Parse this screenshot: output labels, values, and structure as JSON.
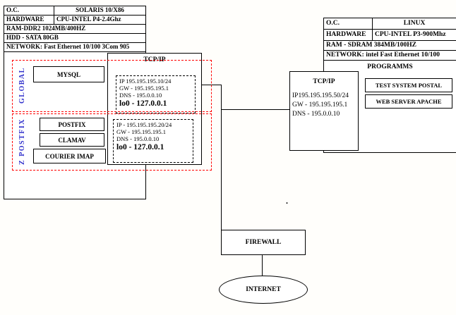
{
  "solaris_server": {
    "table": {
      "os_label": "O.C.",
      "os_value": "SOLARIS 10/X86",
      "hardware_label": "HARDWARE",
      "hardware_value": "CPU-INTEL P4-2.4Ghz",
      "ram": "RAM-DDR2 1024MB/400HZ",
      "hdd": "HDD - SATA 80GB",
      "network": "NETWORK: Fast Ethernet 10/100 3Com 905"
    },
    "zones": {
      "global": {
        "label": "GLOBAL",
        "services": [
          "MYSQL"
        ]
      },
      "postfix": {
        "label": "Z POSTFIX",
        "services": [
          "POSTFIX",
          "CLAMAV",
          "COURIER IMAP"
        ]
      }
    },
    "tcpip": {
      "title": "TCP/IP",
      "global_config": {
        "ip": "IP 195.195.195.10/24",
        "gw": "GW - 195.195.195.1",
        "dns": "DNS - 195.0.0.10",
        "loopback": "lo0 - 127.0.0.1"
      },
      "postfix_config": {
        "ip": "IP - 195.195.195.20/24",
        "gw": "GW - 195.195.195.1",
        "dns": "DNS - 195.0.0.10",
        "loopback": "lo0 - 127.0.0.1"
      }
    }
  },
  "linux_server": {
    "table": {
      "os_label": "O.C.",
      "os_value": "LINUX",
      "hardware_label": "HARDWARE",
      "hardware_value": "CPU-INTEL P3-900Mhz",
      "ram": "RAM - SDRAM 384MB/100HZ",
      "network": "NETWORK: intel Fast Ethernet 10/100"
    },
    "programms_title": "PROGRAMMS",
    "programs": [
      "TEST SYSTEM POSTAL",
      "WEB SERVER APACHE"
    ],
    "tcpip": {
      "title": "TCP/IP",
      "ip": "IP195.195.195.50/24",
      "gw": "GW - 195.195.195.1",
      "dns": "DNS - 195.0.0.10"
    }
  },
  "firewall": {
    "label": "FIREWALL"
  },
  "internet": {
    "label": "INTERNET"
  },
  "stray_dot": ".",
  "colors": {
    "zone_border": "#ff0000",
    "zone_label": "#3333cc",
    "line": "#000000"
  }
}
